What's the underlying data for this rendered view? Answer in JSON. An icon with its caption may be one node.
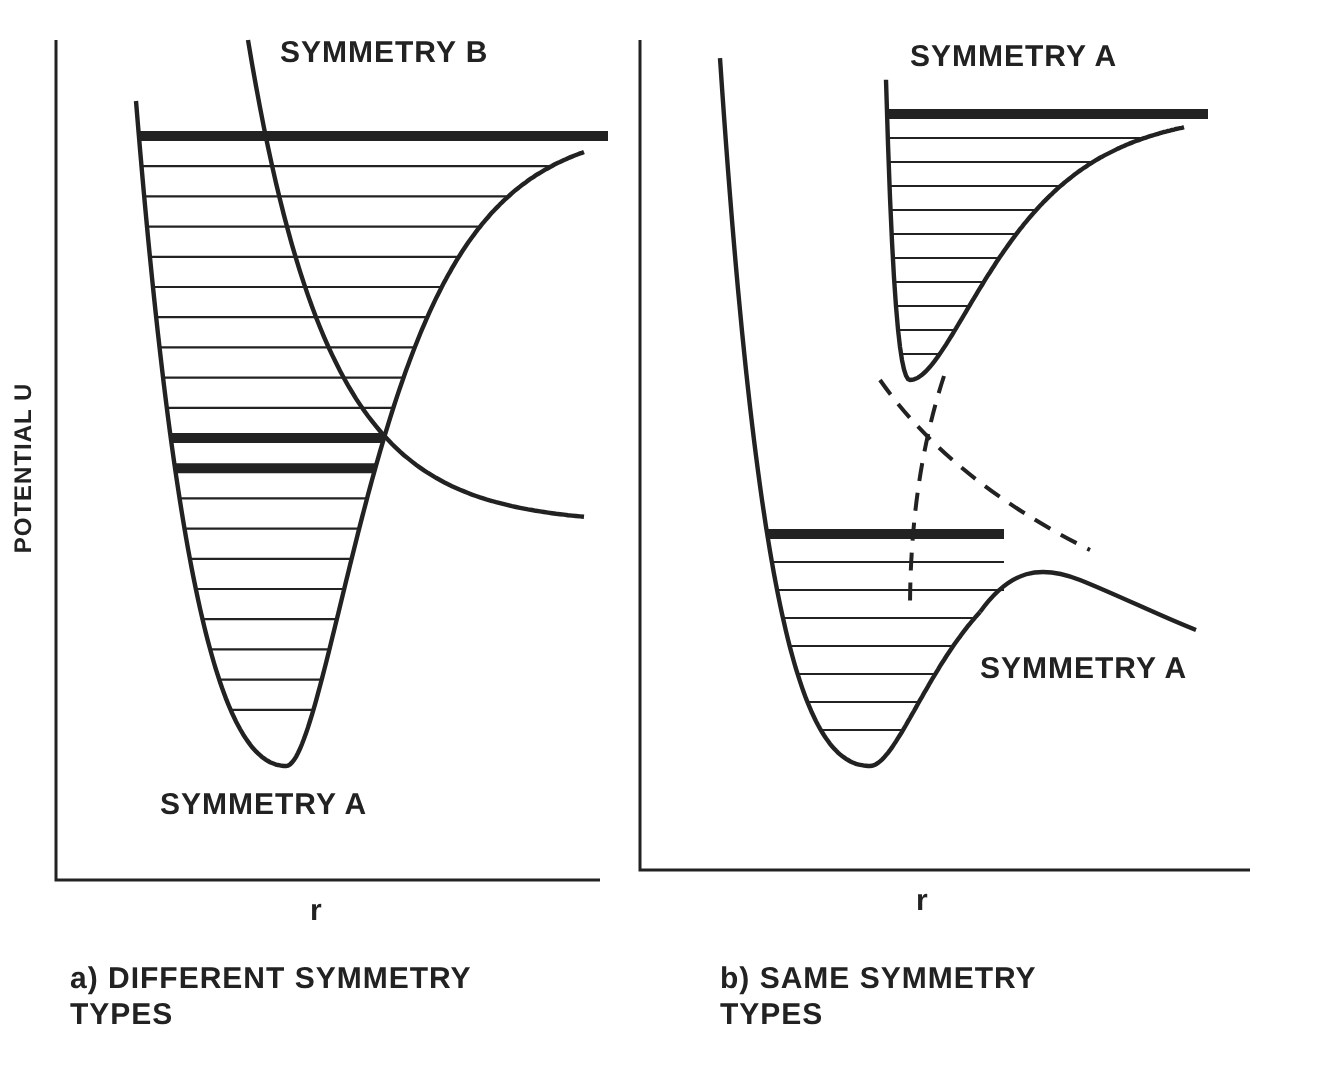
{
  "diagram": {
    "labels": [
      "SYMMETRY B",
      "SYMMETRY A",
      "POTENTIAL U",
      "SYMMETRY A",
      "SYMMETRY A",
      "r",
      "r",
      "a) DIFFERENT SYMMETRY TYPES",
      "b) SAME SYMMETRY TYPES"
    ]
  }
}
